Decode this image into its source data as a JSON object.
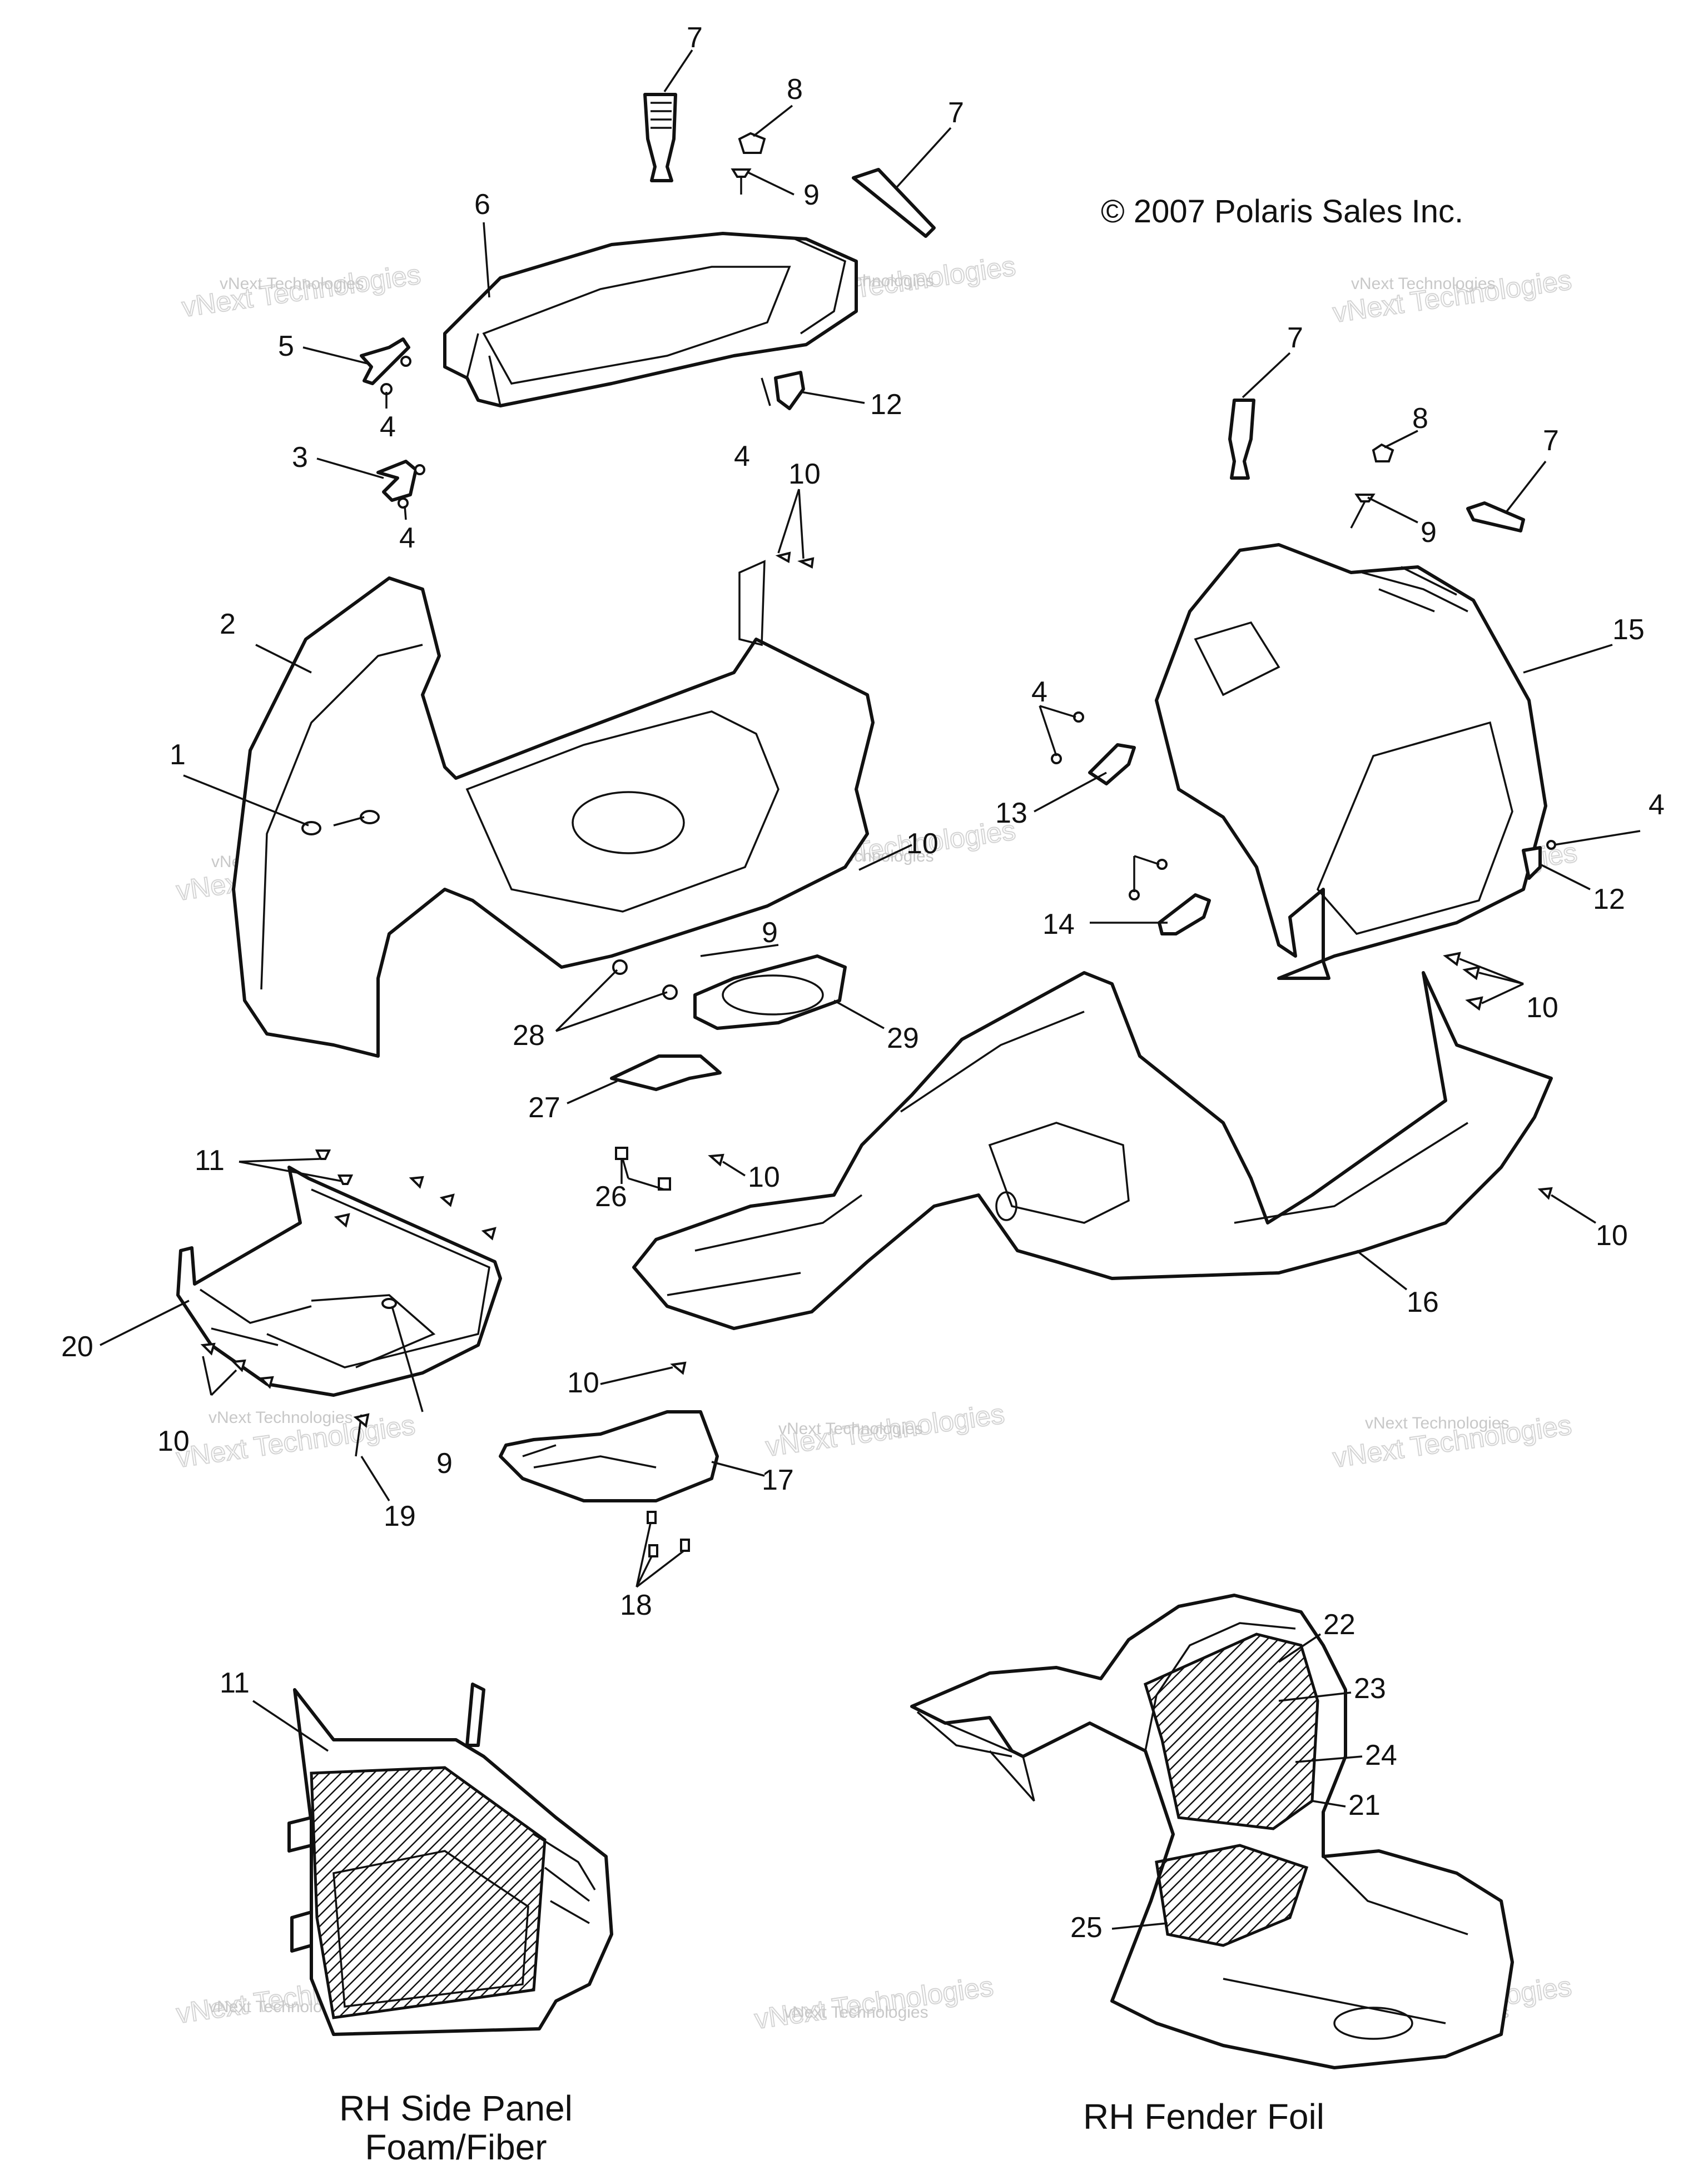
{
  "copyright": "© 2007 Polaris Sales Inc.",
  "captions": {
    "side_panel_line1": "RH Side Panel",
    "side_panel_line2": "Foam/Fiber",
    "fender_foil": "RH Fender Foil"
  },
  "watermark": {
    "small": "vNext Technologies",
    "big": "vNext Technologies"
  },
  "callouts": [
    "7",
    "8",
    "7",
    "9",
    "6",
    "5",
    "4",
    "12",
    "3",
    "4",
    "4",
    "10",
    "7",
    "8",
    "7",
    "9",
    "2",
    "15",
    "4",
    "1",
    "13",
    "10",
    "4",
    "12",
    "14",
    "9",
    "10",
    "28",
    "29",
    "27",
    "10",
    "11",
    "26",
    "10",
    "16",
    "20",
    "10",
    "10",
    "9",
    "17",
    "19",
    "18",
    "11",
    "22",
    "23",
    "24",
    "21",
    "25"
  ]
}
